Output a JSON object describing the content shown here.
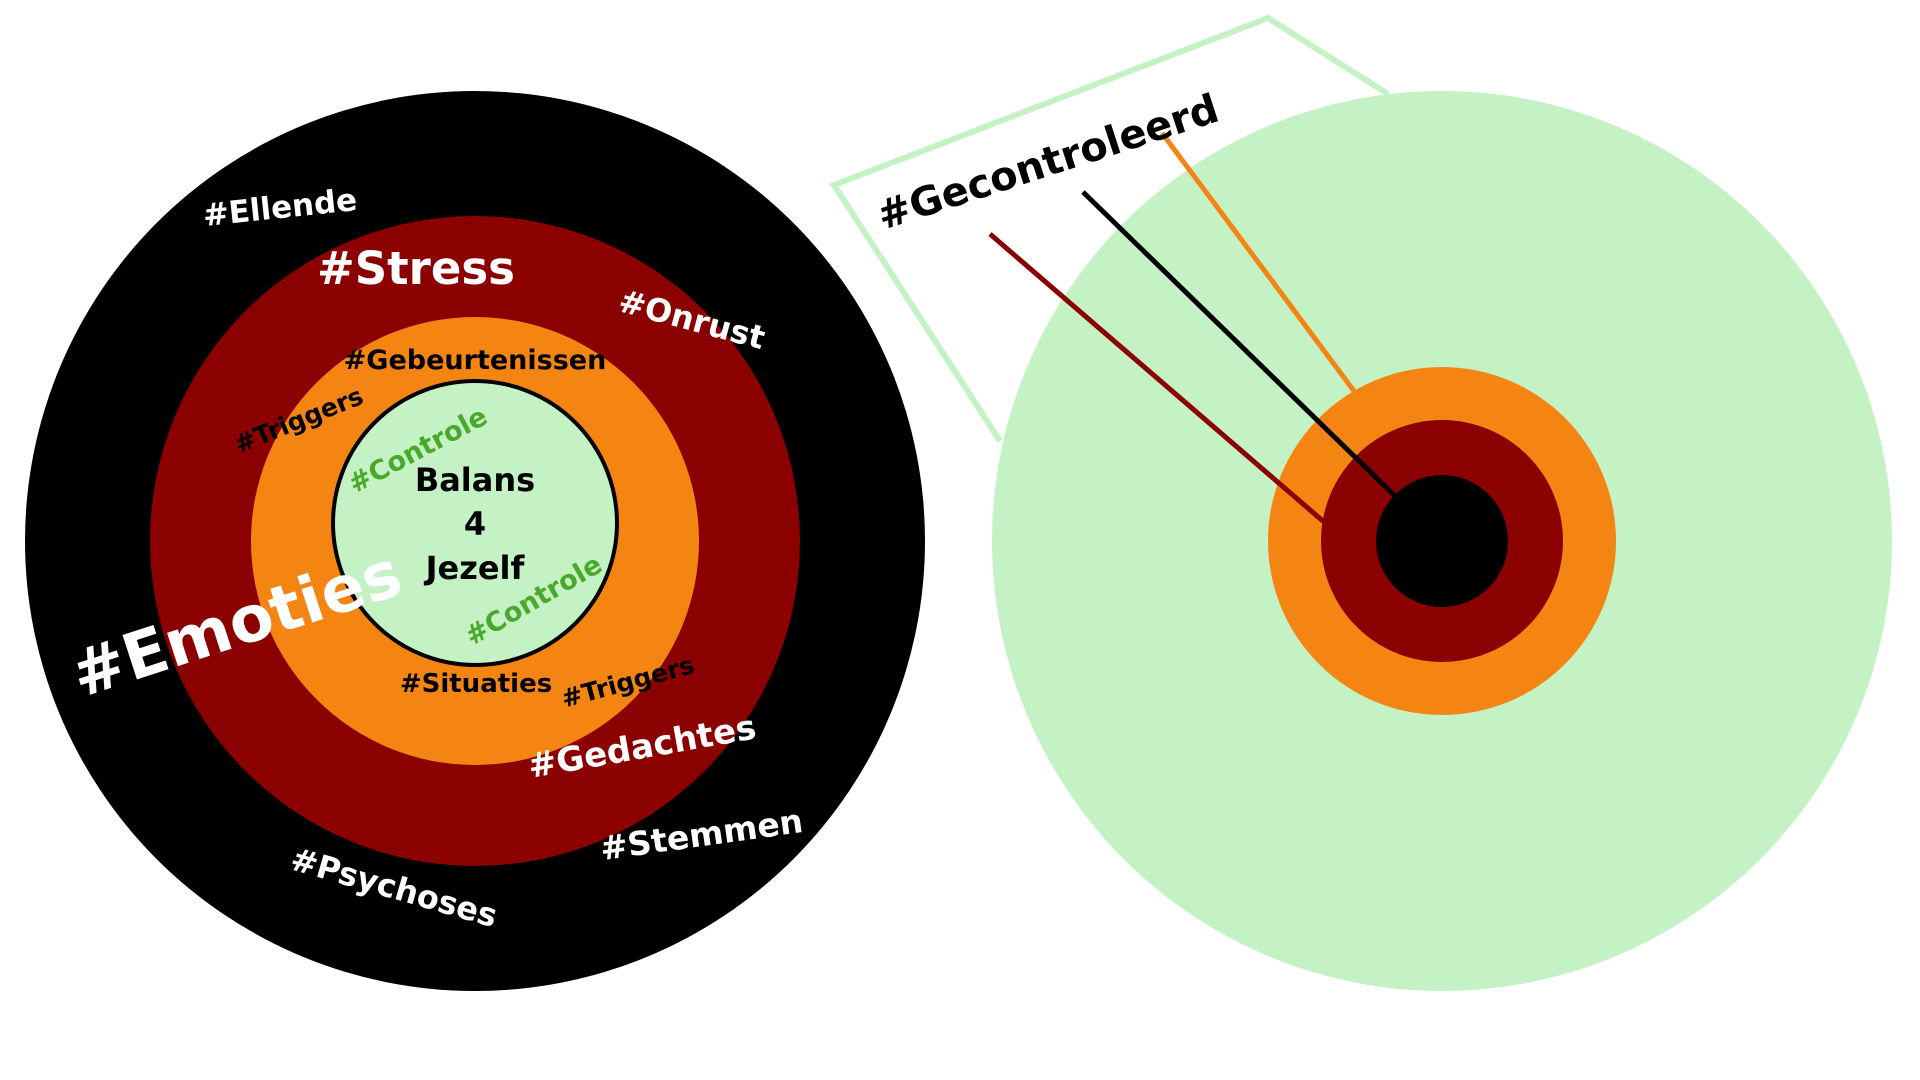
{
  "colors": {
    "black": "#000000",
    "dark_red": "#8b0000",
    "orange": "#f48513",
    "light_green": "#c4f2c4",
    "controle_green": "#4aa82a",
    "frame_green": "#c4f2c4",
    "white": "#ffffff"
  },
  "left_target": {
    "center_text": [
      "Balans",
      "4",
      "Jezelf"
    ],
    "labels": {
      "ellende": "#Ellende",
      "stress": "#Stress",
      "onrust": "#Onrust",
      "gebeurtenissen": "#Gebeurtenissen",
      "triggers_top": "#Triggers",
      "controle_top": "#Controle",
      "emoties": "#Emoties",
      "controle_bottom": "#Controle",
      "situaties": "#Situaties",
      "triggers_bottom": "#Triggers",
      "gedachtes": "#Gedachtes",
      "stemmen": "#Stemmen",
      "psychoses": "#Psychoses"
    }
  },
  "right_target": {
    "label": "#Gecontroleerd"
  }
}
